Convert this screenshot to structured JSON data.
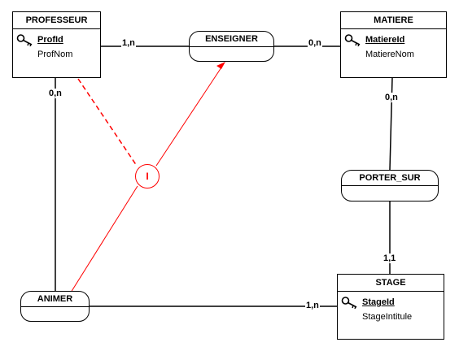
{
  "entities": {
    "professeur": {
      "name": "PROFESSEUR",
      "id": "ProfId",
      "attr": "ProfNom"
    },
    "matiere": {
      "name": "MATIERE",
      "id": "MatiereId",
      "attr": "MatiereNom"
    },
    "stage": {
      "name": "STAGE",
      "id": "StageId",
      "attr": "StageIntitule"
    }
  },
  "associations": {
    "enseigner": "ENSEIGNER",
    "porter_sur": "PORTER_SUR",
    "animer": "ANIMER"
  },
  "cardinalities": {
    "prof_enseigner": "1,n",
    "enseigner_matiere": "0,n",
    "prof_animer": "0,n",
    "matiere_porter": "0,n",
    "porter_stage": "1,1",
    "animer_stage": "1,n"
  },
  "constraint": {
    "label": "I"
  },
  "colors": {
    "line": "#000000",
    "constraint": "#ff0000",
    "background": "#ffffff"
  },
  "icons": {
    "key": "key-icon"
  }
}
